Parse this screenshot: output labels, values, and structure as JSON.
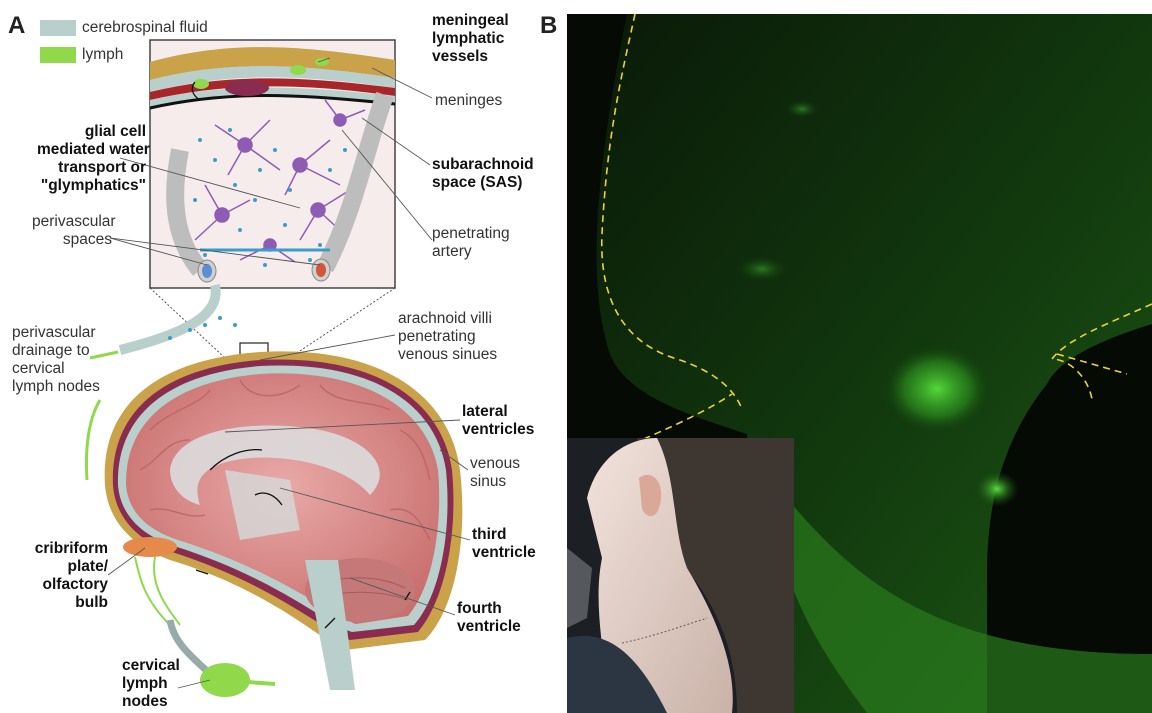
{
  "panels": {
    "a": "A",
    "b": "B"
  },
  "legend": [
    {
      "label": "cerebrospinal fluid",
      "color": "#b9cfcb"
    },
    {
      "label": "lymph",
      "color": "#8fd94a"
    }
  ],
  "labels": {
    "meningeal_lymphatic_vessels": "meningeal\nlymphatic\nvessels",
    "meninges": "meninges",
    "glial": "glial cell\nmediated water\ntransport or\n\"glymphatics\"",
    "sas": "subarachnoid\nspace (SAS)",
    "perivascular_spaces": "perivascular\nspaces",
    "penetrating_artery": "penetrating\nartery",
    "arachnoid_villi": "arachnoid villi\npenetrating\nvenous sinues",
    "perivascular_drainage": "perivascular\ndrainage to\ncervical\nlymph nodes",
    "lateral_ventricles": "lateral\nventricles",
    "venous_sinus": "venous\nsinus",
    "third_ventricle": "third\nventricle",
    "cribriform": "cribriform\nplate/\nolfactory\nbulb",
    "fourth_ventricle": "fourth\nventricle",
    "cervical_nodes": "cervical\nlymph\nnodes"
  },
  "colors": {
    "csf": "#b9cfcb",
    "lymph": "#8fd94a",
    "dura": "#c9a24a",
    "brain": "#d98c8c",
    "artery": "#a8262a",
    "sinus": "#8a2c50",
    "glia": "#8e5bb5",
    "fluorescence": "#3fbf2a"
  }
}
